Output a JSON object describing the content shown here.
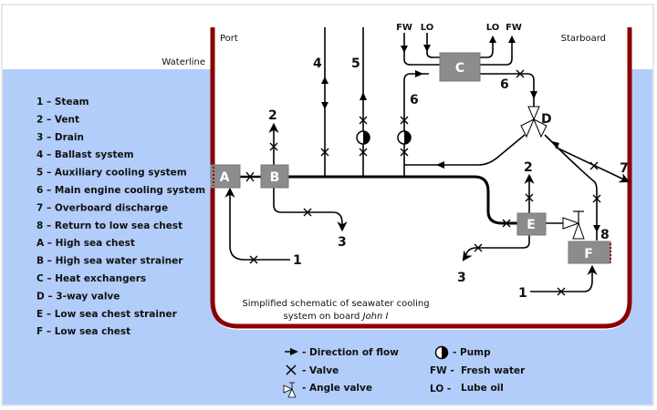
{
  "labels": {
    "port": "Port",
    "starboard": "Starboard",
    "waterline": "Waterline",
    "caption_line1": "Simplified schematic of seawater cooling",
    "caption_line2_prefix": "system on board ",
    "caption_ship": "John I"
  },
  "key": [
    "1 – Steam",
    "2 – Vent",
    "3 – Drain",
    "4 – Ballast system",
    "5 – Auxiliary cooling system",
    "6 – Main engine cooling system",
    "7 – Overboard discharge",
    "8 – Return to low sea chest",
    "A – High sea chest",
    "B – High sea water strainer",
    "C – Heat exchangers",
    "D –  3-way valve",
    "E – Low sea chest strainer",
    "F – Low sea chest"
  ],
  "components": {
    "A": "A",
    "B": "B",
    "C": "C",
    "D": "D",
    "E": "E",
    "F": "F"
  },
  "line_numbers": {
    "n1a": "1",
    "n1b": "1",
    "n2a": "2",
    "n2b": "2",
    "n3a": "3",
    "n3b": "3",
    "n4": "4",
    "n5": "5",
    "n6a": "6",
    "n6b": "6",
    "n7": "7",
    "n8": "8"
  },
  "hx_connections": {
    "fw_in": "FW",
    "lo_in": "LO",
    "lo_out": "LO",
    "fw_out": "FW"
  },
  "symbol_legend": {
    "flow": "- Direction of flow",
    "valve": "- Valve",
    "angle_valve": "- Angle valve",
    "pump": "- Pump",
    "fw_abbr": "FW -",
    "fw_text": "Fresh water",
    "lo_abbr": "LO  -",
    "lo_text": "Lube oil"
  },
  "colors": {
    "sea": "#b3cdfa",
    "hull": "#8b0000",
    "component": "#8c8c8c"
  }
}
